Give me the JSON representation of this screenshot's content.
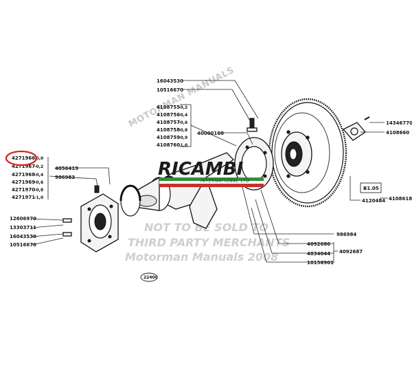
{
  "highlight_color": "#d9221b",
  "top_group": {
    "labels": [
      "16043530",
      "10516670"
    ],
    "ov_parts": [
      {
        "part": "4108755",
        "ov": "-0,2"
      },
      {
        "part": "4108756",
        "ov": "-0,4"
      },
      {
        "part": "4108757",
        "ov": "-0,6"
      },
      {
        "part": "4108758",
        "ov": "-0,8"
      },
      {
        "part": "4108759",
        "ov": "-0,9"
      },
      {
        "part": "4108760",
        "ov": "-1,0"
      }
    ],
    "bolt_label": "40000160"
  },
  "left_group": {
    "ov_parts": [
      {
        "part": "4271966",
        "ov": "-0,0"
      },
      {
        "part": "4271967",
        "ov": "-0,2"
      },
      {
        "part": "4271968",
        "ov": "-0,4"
      },
      {
        "part": "4271969",
        "ov": "-0,6"
      },
      {
        "part": "4271970",
        "ov": "-0,8"
      },
      {
        "part": "4271971",
        "ov": "-1,0"
      }
    ],
    "highlighted_part": "4271966",
    "labels_mid": [
      "4056419",
      "986983"
    ],
    "labels_low": [
      "12606970",
      "13303711",
      "16043530",
      "10516670"
    ]
  },
  "right_group": {
    "labels": [
      "14346770",
      "4108660",
      "4120484",
      "4108618"
    ],
    "ref_box": "B1.05"
  },
  "bottom_group": {
    "labels_a": [
      "986984"
    ],
    "labels_b": [
      "4092686",
      "4034044",
      "10158901"
    ],
    "bracket_label": "4092687"
  },
  "diagram_ref": "22400",
  "watermark": {
    "diagonal": "MOTORMAN MANUALS",
    "line1": "NOT TO BE SOLD TO",
    "line2": "THIRD PARTY MERCHANTS",
    "line3": "Motorman Manuals 2008"
  },
  "logo": {
    "text": "RICAMBI",
    "sub": "INTERNATIONAL LTD"
  }
}
